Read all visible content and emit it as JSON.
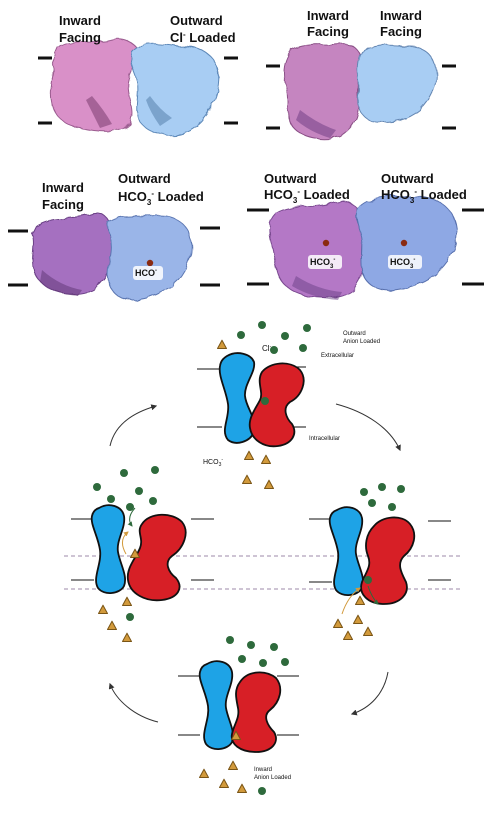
{
  "panels": {
    "p1": {
      "left_l1": "Inward",
      "left_l2": "Facing",
      "right_l1": "Outward",
      "right_l2": "Cl",
      "right_sup": "-",
      "right_l2b": " Loaded"
    },
    "p2": {
      "left_l1": "Inward",
      "left_l2": "Facing",
      "right_l1": "Inward",
      "right_l2": "Facing"
    },
    "p3": {
      "left_l1": "Inward",
      "left_l2": "Facing",
      "right_l1": "Outward",
      "right_l2": "HCO",
      "right_sub": "3",
      "right_sup": "-",
      "right_l2b": " Loaded",
      "ion": "HCO",
      "ion_sub": "3",
      "ion_sup": "-"
    },
    "p4": {
      "left_l1": "Outward",
      "left_l2": "HCO",
      "left_sub": "3",
      "left_sup": "-",
      "left_l2b": " Loaded",
      "right_l1": "Outward",
      "right_l2": "HCO",
      "right_sub": "3",
      "right_sup": "-",
      "right_l2b": " Loaded",
      "ion": "HCO",
      "ion_sub": "3",
      "ion_sup": "-"
    }
  },
  "cycle": {
    "top_state_l1": "Outward",
    "top_state_l2": "Anion Loaded",
    "chloride": "Cl",
    "chloride_sup": "-",
    "extracellular": "Extracellular",
    "intracellular": "Intracellular",
    "bicarbonate": "HCO",
    "bicarbonate_sub": "3",
    "bicarbonate_sup": "-",
    "bottom_state_l1": "Inward",
    "bottom_state_l2": "Anion Loaded"
  },
  "colors": {
    "pink": "#d990c8",
    "purple": "#a56fc0",
    "lightblue": "#a8cdf3",
    "blue": "#1ea3e6",
    "red": "#d71f26",
    "chloride": "#2e6a3c",
    "bicarbonate": "#d29a3c",
    "membrane": "#9c8aa8"
  },
  "icons": [
    "chloride-ion-icon",
    "bicarbonate-ion-icon",
    "cycle-arrow-icon"
  ]
}
